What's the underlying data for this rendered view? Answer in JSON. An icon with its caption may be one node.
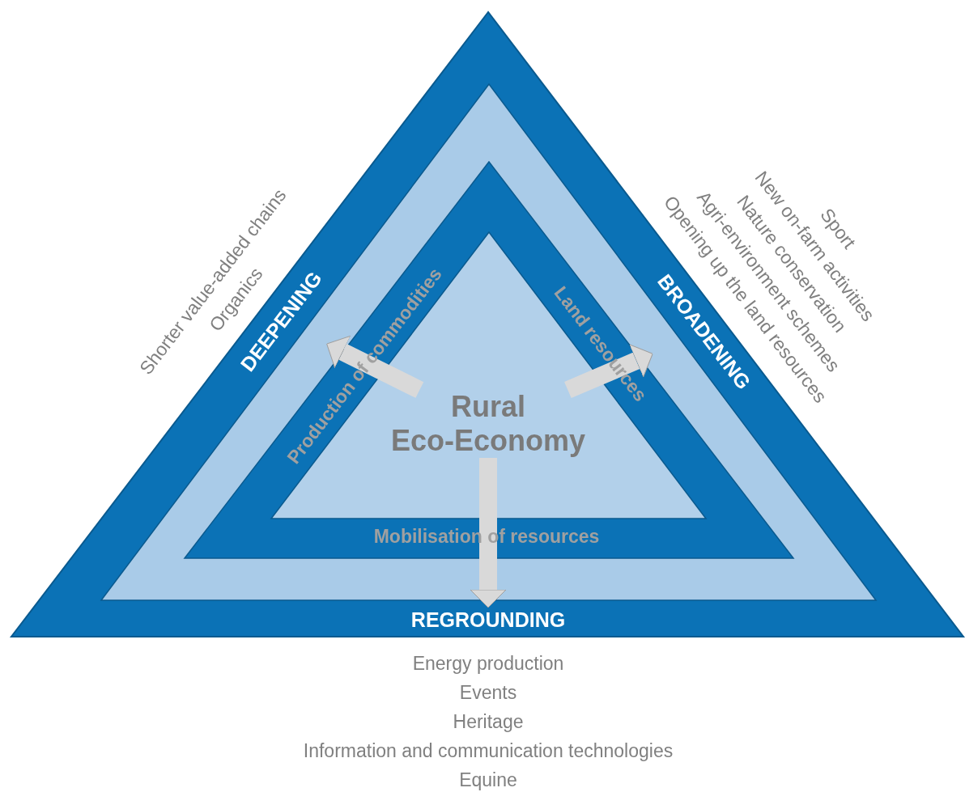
{
  "diagram": {
    "nodes": [
      {
        "text": [
          "DEEPENING"
        ],
        "beside": [
          "Shorter value-added chains",
          "Organics"
        ]
      },
      {
        "text": [
          "BROADENING"
        ],
        "beside": [
          "Sport",
          "New on-farm activities",
          "Nature conservation",
          "Agri-environment schemes",
          "Opening up the land resources"
        ]
      },
      {
        "text": [
          "REGROUNDING"
        ],
        "beside": [
          "Energy production",
          "Events",
          "Heritage",
          "Information and communication technologies",
          "Equine"
        ]
      },
      {
        "text": [
          "Rural Eco-Economy"
        ]
      }
    ],
    "edges": [
      {
        "from": 3,
        "to": 0,
        "arrow": "to"
      },
      {
        "from": 3,
        "to": 1,
        "arrow": "to"
      },
      {
        "from": 3,
        "to": 2,
        "arrow": "to"
      }
    ],
    "labels": [
      "Production of commodities",
      "Land resources",
      "Mobilisation of resources"
    ]
  }
}
